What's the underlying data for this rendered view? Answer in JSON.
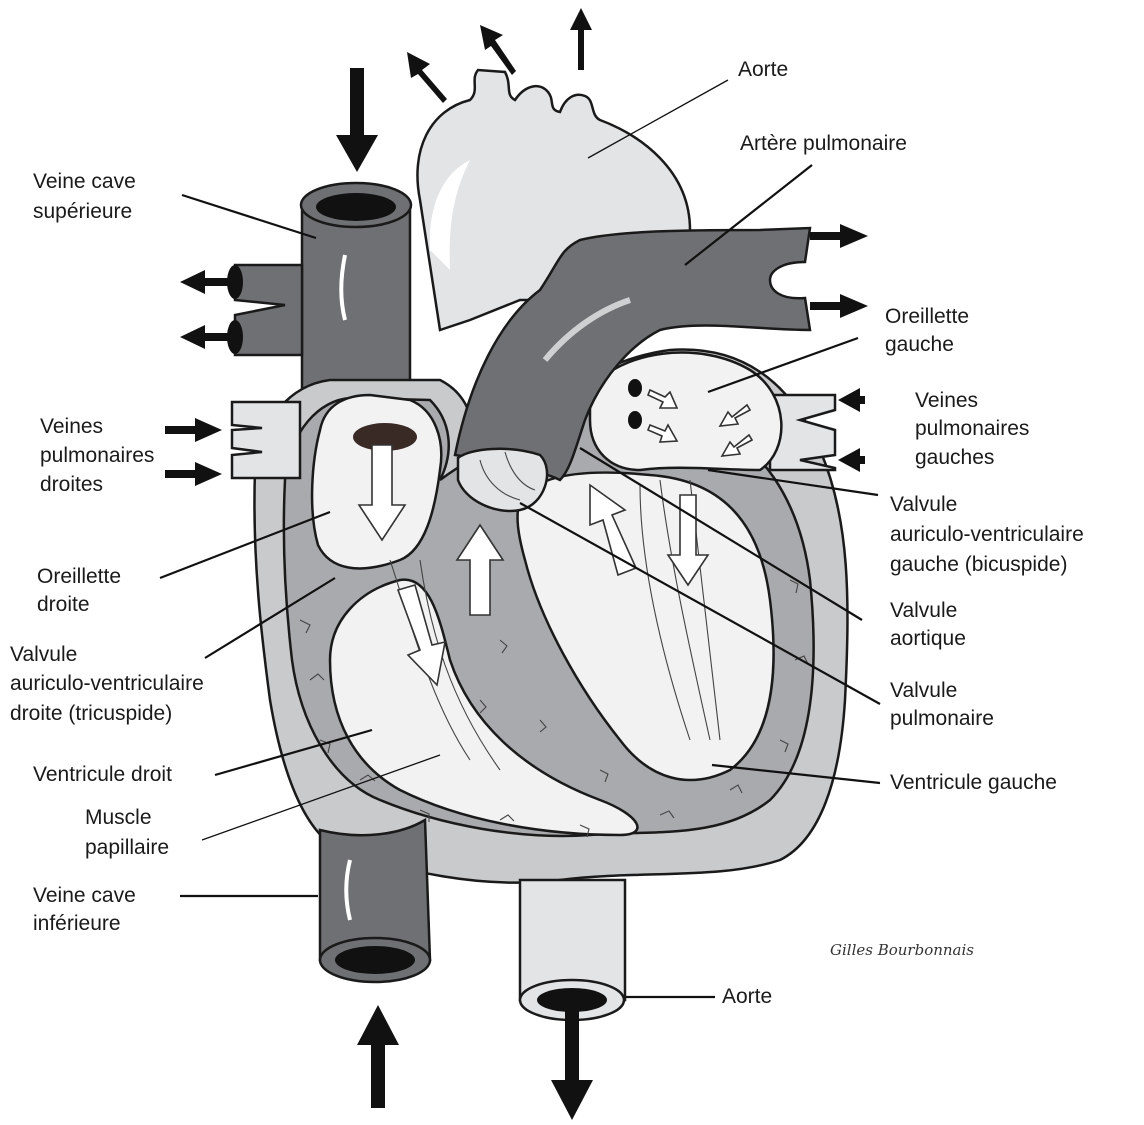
{
  "labels": {
    "aorte_top": "Aorte",
    "artere_pulmonaire": "Artère pulmonaire",
    "veine_cave_sup_1": "Veine cave",
    "veine_cave_sup_2": "supérieure",
    "oreillette_gauche_1": "Oreillette",
    "oreillette_gauche_2": "gauche",
    "veines_pulm_g_1": "Veines",
    "veines_pulm_g_2": "pulmonaires",
    "veines_pulm_g_3": "gauches",
    "veines_pulm_d_1": "Veines",
    "veines_pulm_d_2": "pulmonaires",
    "veines_pulm_d_3": "droites",
    "valvule_av_g_1": "Valvule",
    "valvule_av_g_2": "auriculo-ventriculaire",
    "valvule_av_g_3": "gauche (bicuspide)",
    "oreillette_droite_1": "Oreillette",
    "oreillette_droite_2": "droite",
    "valvule_aortique_1": "Valvule",
    "valvule_aortique_2": "aortique",
    "valvule_av_d_1": "Valvule",
    "valvule_av_d_2": "auriculo-ventriculaire",
    "valvule_av_d_3": "droite (tricuspide)",
    "valvule_pulmonaire_1": "Valvule",
    "valvule_pulmonaire_2": "pulmonaire",
    "ventricule_droit": "Ventricule droit",
    "ventricule_gauche": "Ventricule gauche",
    "muscle_papillaire_1": "Muscle",
    "muscle_papillaire_2": "papillaire",
    "veine_cave_inf_1": "Veine cave",
    "veine_cave_inf_2": "inférieure",
    "aorte_bottom": "Aorte"
  },
  "signature": "Gilles Bourbonnais",
  "colors": {
    "dark_vessel": "#6f7073",
    "light_vessel": "#e3e4e6",
    "wall": "#a9aaad",
    "cavity": "#f2f2f3",
    "ink": "#1a1a1a"
  }
}
